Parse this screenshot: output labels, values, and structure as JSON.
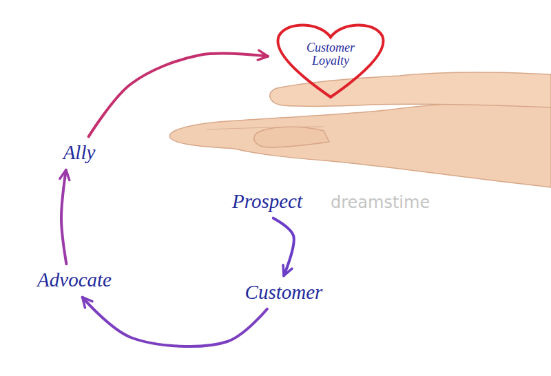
{
  "diagram": {
    "nodes": [
      {
        "text": [
          "Customer Loyalty"
        ]
      },
      {
        "text": [
          "Ally"
        ]
      },
      {
        "text": [
          "Prospect"
        ]
      },
      {
        "text": [
          "Advocate"
        ]
      },
      {
        "text": [
          "Customer"
        ]
      }
    ],
    "edges": [
      {
        "from": 2,
        "to": 4,
        "arrow": "to"
      },
      {
        "from": 4,
        "to": 3,
        "arrow": "to"
      },
      {
        "from": 3,
        "to": 1,
        "arrow": "to"
      },
      {
        "from": 1,
        "to": 0,
        "arrow": "to"
      }
    ],
    "labels": [
      "dreamstime"
    ]
  }
}
